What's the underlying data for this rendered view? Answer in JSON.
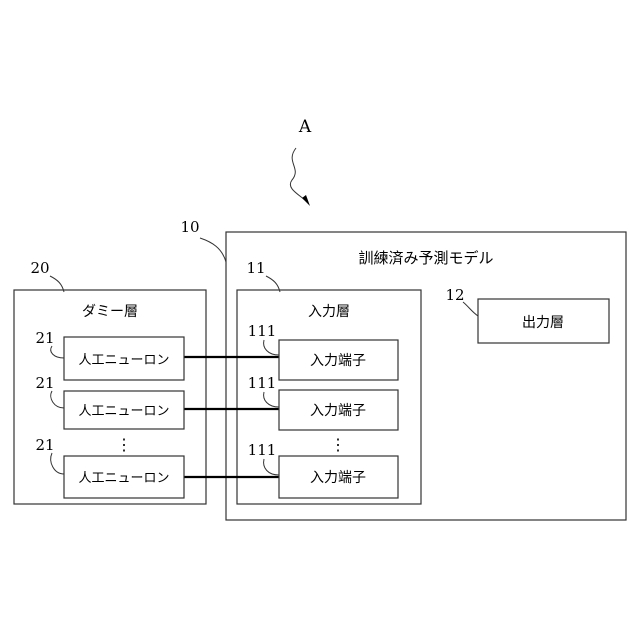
{
  "figure_marker": "A",
  "model": {
    "ref": "10",
    "title": "訓練済み予測モデル",
    "input_layer": {
      "ref": "11",
      "title": "入力層",
      "terminals": [
        {
          "ref": "111",
          "label": "入力端子"
        },
        {
          "ref": "111",
          "label": "入力端子"
        },
        {
          "ref": "111",
          "label": "入力端子"
        }
      ],
      "ellipsis": "⋮"
    },
    "output_layer": {
      "ref": "12",
      "label": "出力層"
    }
  },
  "dummy_layer": {
    "ref": "20",
    "title": "ダミー層",
    "neurons": [
      {
        "ref": "21",
        "label": "人工ニューロン"
      },
      {
        "ref": "21",
        "label": "人工ニューロン"
      },
      {
        "ref": "21",
        "label": "人工ニューロン"
      }
    ],
    "ellipsis": "⋮"
  }
}
